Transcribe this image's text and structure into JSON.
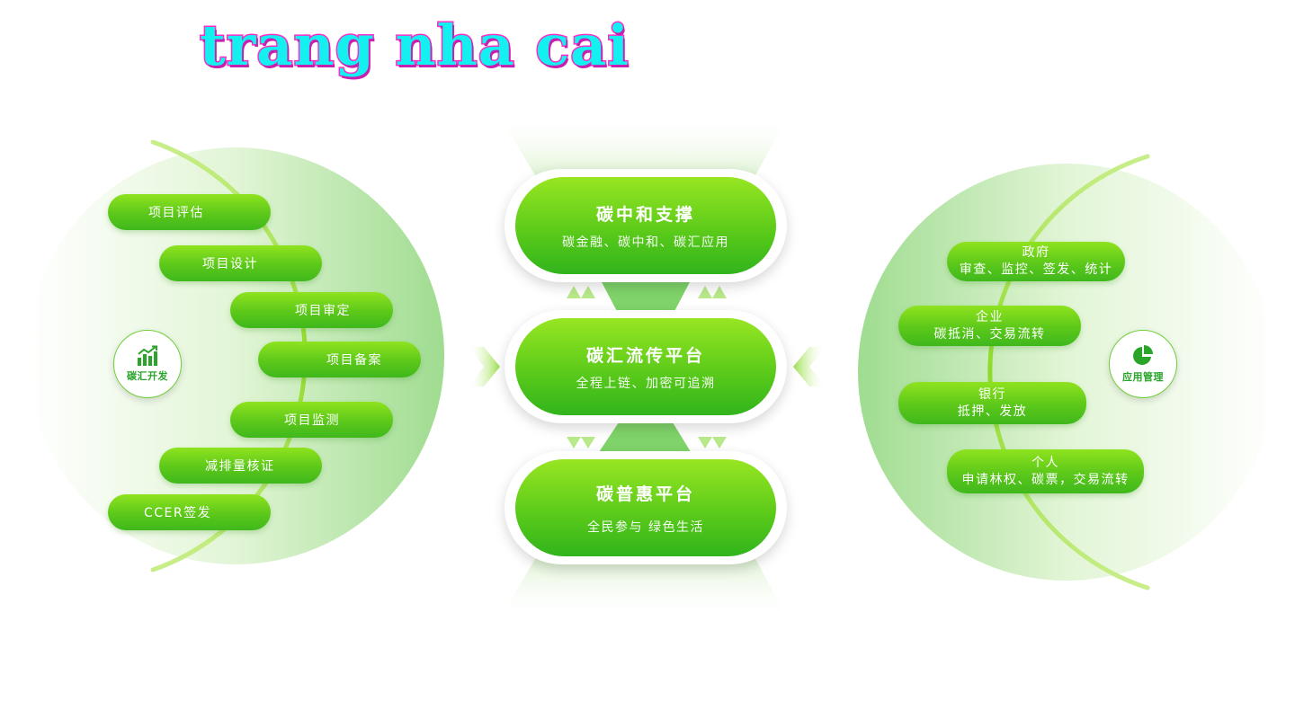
{
  "page_title": "trang nha cai",
  "left_panel": {
    "badge": {
      "label": "碳汇开发",
      "icon": "bar-chart-growth-icon"
    },
    "items": [
      "项目评估",
      "项目设计",
      "项目审定",
      "项目备案",
      "项目监测",
      "减排量核证",
      "CCER签发"
    ]
  },
  "center_panel": {
    "boxes": [
      {
        "title": "碳中和支撑",
        "subtitle": "碳金融、碳中和、碳汇应用"
      },
      {
        "title": "碳汇流传平台",
        "subtitle": "全程上链、加密可追溯"
      },
      {
        "title": "碳普惠平台",
        "subtitle": "全民参与 绿色生活"
      }
    ]
  },
  "right_panel": {
    "badge": {
      "label": "应用管理",
      "icon": "pie-chart-icon"
    },
    "items": [
      {
        "title": "政府",
        "desc": "审查、监控、签发、统计"
      },
      {
        "title": "企业",
        "desc": "碳抵消、交易流转"
      },
      {
        "title": "银行",
        "desc": "抵押、发放"
      },
      {
        "title": "个人",
        "desc": "申请林权、碳票，交易流转"
      }
    ]
  },
  "colors": {
    "primary_green": "#5cc81a",
    "light_green": "#8fe31e",
    "title_fill": "#14f0f0",
    "title_stroke": "#ff2cc8"
  }
}
